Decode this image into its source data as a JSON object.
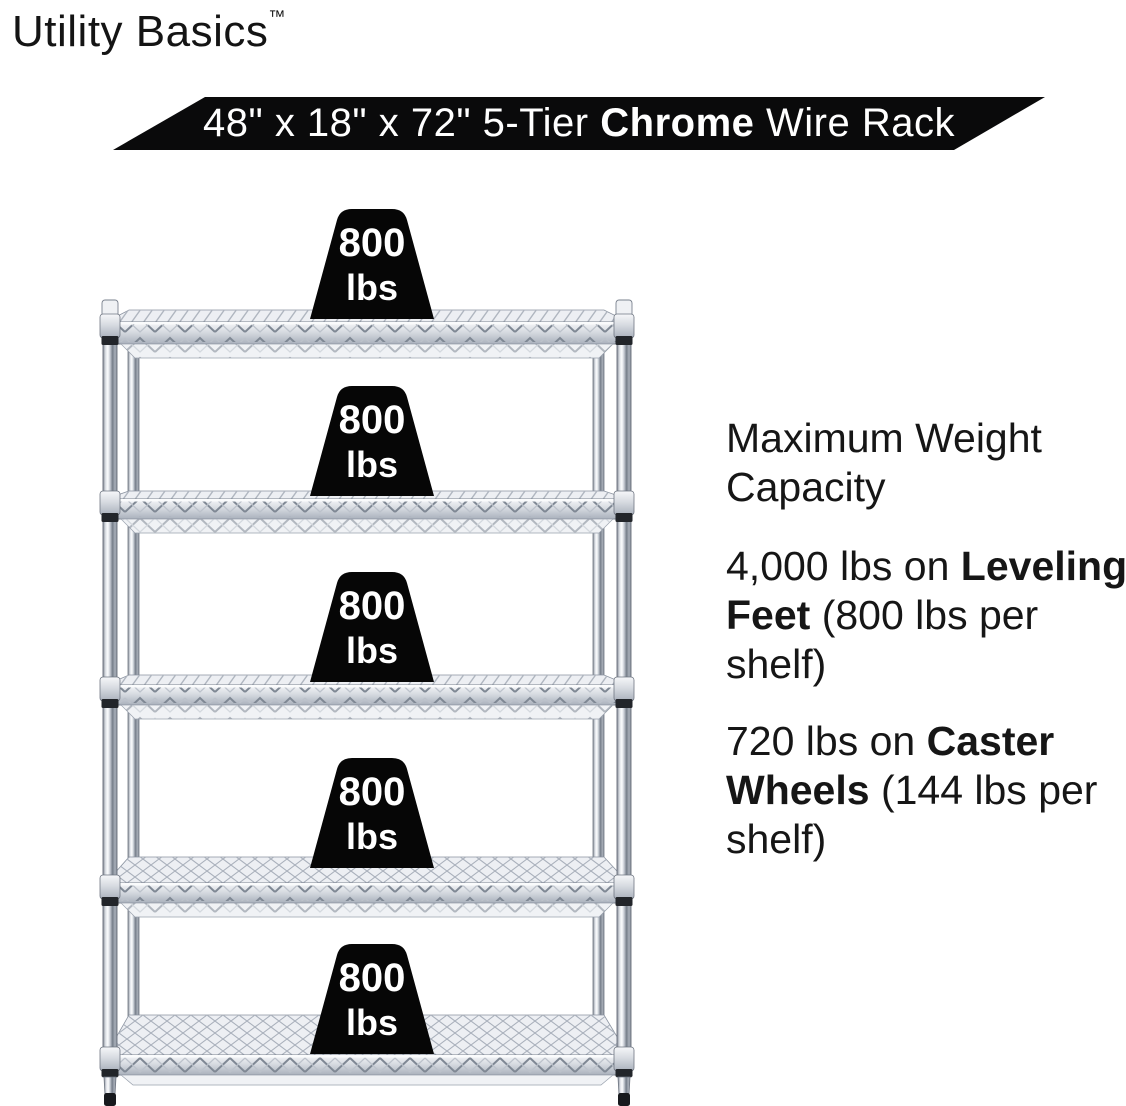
{
  "brand": {
    "name": "Utility Basics",
    "trademark": "™"
  },
  "banner": {
    "pre": "48\" x 18\" x 72\" 5-Tier ",
    "bold": "Chrome",
    "post": " Wire Rack"
  },
  "product": {
    "type": "5-Tier Chrome Wire Rack",
    "tiers": 5
  },
  "shelves": [
    {
      "capacity": "800",
      "unit": "lbs"
    },
    {
      "capacity": "800",
      "unit": "lbs"
    },
    {
      "capacity": "800",
      "unit": "lbs"
    },
    {
      "capacity": "800",
      "unit": "lbs"
    },
    {
      "capacity": "800",
      "unit": "lbs"
    }
  ],
  "specs": {
    "heading_lines": [
      "Maximum Weight",
      "Capacity"
    ],
    "items": [
      {
        "lines": [
          {
            "pre": "4,000 lbs on ",
            "bold": "Leveling",
            "post": ""
          },
          {
            "pre": "",
            "bold": "Feet",
            "post": " (800 lbs per"
          },
          {
            "pre": "shelf)",
            "bold": "",
            "post": ""
          }
        ]
      },
      {
        "lines": [
          {
            "pre": "720 lbs on ",
            "bold": "Caster",
            "post": ""
          },
          {
            "pre": "",
            "bold": "Wheels",
            "post": " (144 lbs per"
          },
          {
            "pre": "shelf)",
            "bold": "",
            "post": ""
          }
        ]
      }
    ]
  },
  "colors": {
    "banner_background": "#0a0a0b",
    "banner_text": "#ffffff",
    "weight_fill": "#060606",
    "weight_text": "#ffffff",
    "body_text": "#161616",
    "chrome_light": "#f5f6f8",
    "chrome_mid": "#c3c8d0",
    "chrome_dark": "#6d7480",
    "background": "#ffffff"
  }
}
